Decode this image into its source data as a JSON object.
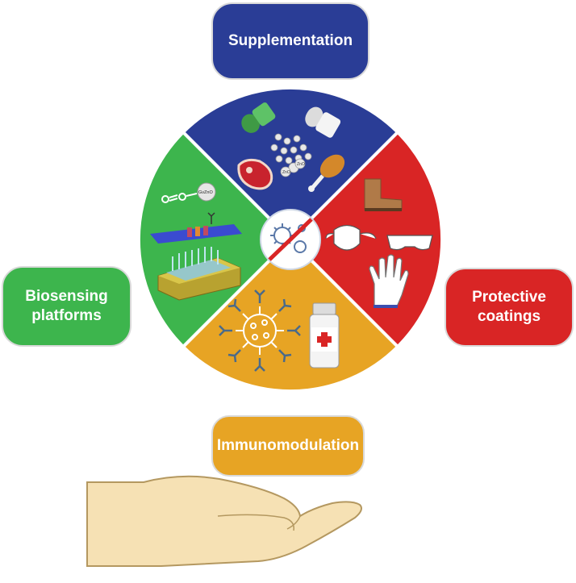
{
  "labels": {
    "supplementation": "Supplementation",
    "protective": "Protective\ncoatings",
    "biosensing": "Biosensing\nplatforms",
    "immunomodulation": "Immunomodulation"
  },
  "tiny_labels": {
    "molecule": "GvZnO",
    "pill_a": "ZnO",
    "pill_b": "ZnO"
  },
  "colors": {
    "blue": "#2a3d96",
    "red": "#d92525",
    "green": "#3db54d",
    "orange": "#e7a424",
    "skin": "#f6e1b4",
    "skin_outline": "#b49860"
  },
  "icons": {
    "center": "virus-prohibited-icon",
    "blue_quadrant": [
      "capsule-icon",
      "pill-dots-icon",
      "meat-icon",
      "chicken-leg-icon"
    ],
    "red_quadrant": [
      "boot-icon",
      "face-mask-icon",
      "goggles-icon",
      "glove-icon"
    ],
    "green_quadrant": [
      "molecule-icon",
      "sensor-strip-icon",
      "sensor-chip-icon"
    ],
    "orange_quadrant": [
      "virus-antibody-icon",
      "medicine-bottle-icon"
    ],
    "bottom": "open-hand-icon"
  }
}
